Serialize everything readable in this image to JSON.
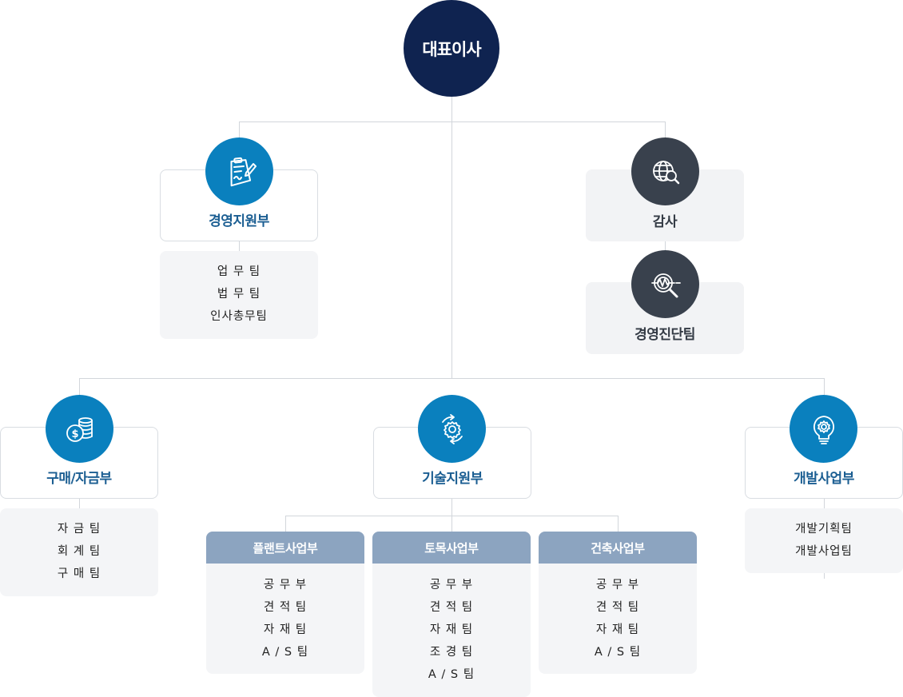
{
  "ceo": "대표이사",
  "management_support": {
    "title": "경영지원부",
    "teams": [
      "업 무 팀",
      "법 무 팀",
      "인사총무팀"
    ]
  },
  "audit": {
    "title": "감사"
  },
  "diagnosis": {
    "title": "경영진단팀"
  },
  "purchasing": {
    "title": "구매/자금부",
    "teams": [
      "자 금 팀",
      "회 계 팀",
      "구 매 팀"
    ]
  },
  "tech_support": {
    "title": "기술지원부",
    "divisions": [
      {
        "title": "플랜트사업부",
        "teams": [
          "공 무 부",
          "견 적 팀",
          "자 재 팀",
          "A / S 팀"
        ]
      },
      {
        "title": "토목사업부",
        "teams": [
          "공 무 부",
          "견 적 팀",
          "자 재 팀",
          "조 경 팀",
          "A / S 팀"
        ]
      },
      {
        "title": "건축사업부",
        "teams": [
          "공 무 부",
          "견 적 팀",
          "자 재 팀",
          "A / S 팀"
        ]
      }
    ]
  },
  "development": {
    "title": "개발사업부",
    "teams": [
      "개발기획팀",
      "개발사업팀"
    ]
  },
  "icons": {
    "management_support": "clipboard-pen-icon",
    "audit": "globe-search-icon",
    "diagnosis": "magnifier-pulse-icon",
    "purchasing": "coins-icon",
    "tech_support": "gear-cycle-icon",
    "development": "lightbulb-gear-icon"
  },
  "colors": {
    "ceo": "#0f2350",
    "blue_icon": "#0a80be",
    "dark_icon": "#39414d",
    "division_header": "#8ca4c0",
    "dept_title": "#1b5e92"
  }
}
